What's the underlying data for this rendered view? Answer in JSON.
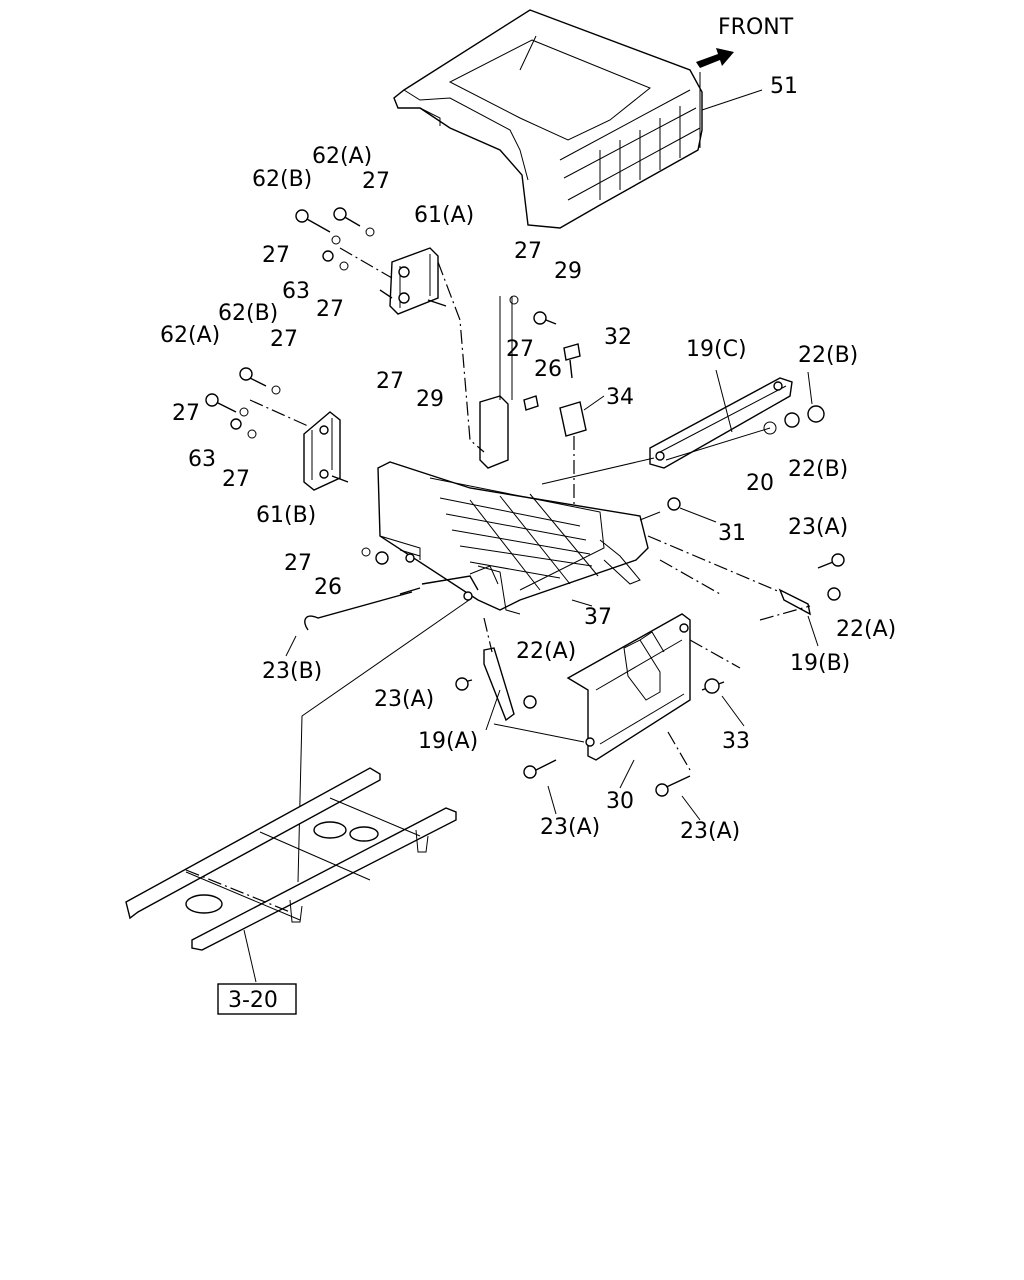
{
  "orientation": {
    "front_label": "FRONT",
    "arrow_icon": "front-arrow-icon"
  },
  "reference": {
    "label": "3-20"
  },
  "callouts": {
    "c51": "51",
    "c62a_top": "62(A)",
    "c62b_top": "62(B)",
    "c27_a": "27",
    "c61a": "61(A)",
    "c27_b": "27",
    "c63_top": "63",
    "c27_c": "27",
    "c27_d": "27",
    "c29_top": "29",
    "c32": "32",
    "c62b_mid": "62(B)",
    "c62a_mid": "62(A)",
    "c27_e": "27",
    "c27_f": "27",
    "c26_top": "26",
    "c19c": "19(C)",
    "c22b_top": "22(B)",
    "c34": "34",
    "c27_g": "27",
    "c29_mid": "29",
    "c27_h": "27",
    "c63_mid": "63",
    "c27_i": "27",
    "c20": "20",
    "c22b_mid": "22(B)",
    "c61b": "61(B)",
    "c31": "31",
    "c23a_right": "23(A)",
    "c27_j": "27",
    "c26_bot": "26",
    "c37": "37",
    "c22a_right": "22(A)",
    "c19b": "19(B)",
    "c23b": "23(B)",
    "c22a_mid": "22(A)",
    "c23a_mid": "23(A)",
    "c33": "33",
    "c19a": "19(A)",
    "c30": "30",
    "c23a_bl": "23(A)",
    "c23a_br": "23(A)"
  }
}
